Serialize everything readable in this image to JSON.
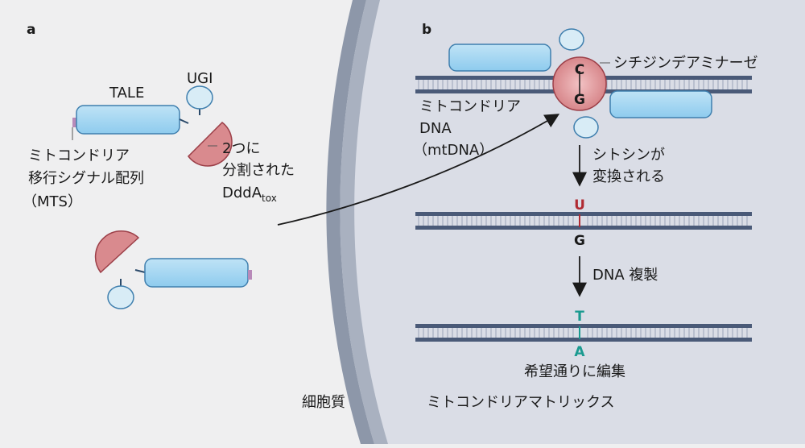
{
  "panel_a": {
    "label": "a",
    "tale": "TALE",
    "ugi": "UGI",
    "mts": [
      "ミトコンドリア",
      "移行シグナル配列",
      "（MTS）"
    ],
    "dddA_line1": "2つに",
    "dddA_line2": "分割された",
    "dddA_main": "DddA",
    "dddA_sub": "tox"
  },
  "panel_b": {
    "label": "b",
    "deaminase": "シチジンデアミナーゼ",
    "mtdna": [
      "ミトコンドリア",
      "DNA",
      "（mtDNA）"
    ],
    "step1": [
      "シトシンが",
      "変換される"
    ],
    "step2": "DNA 複製",
    "result": "希望通りに編集",
    "bases": {
      "c_top": "C",
      "g_bottom": "G",
      "u_top": "U",
      "g_bottom2": "G",
      "t_top": "T",
      "a_bottom": "A"
    }
  },
  "regions": {
    "cytoplasm": "細胞質",
    "matrix": "ミトコンドリアマトリックス"
  },
  "colors": {
    "background": "#efeff0",
    "matrix": "#dadde6",
    "membrane": "#8b95a8",
    "tale": "#9fd2ee",
    "tale_stroke": "#3f7fae",
    "dddA": "#d98a8e",
    "dddA_stroke": "#9c3f48",
    "ugi": "#d8ecf6",
    "base_red": "#b02a32",
    "base_teal": "#1a9a90"
  }
}
